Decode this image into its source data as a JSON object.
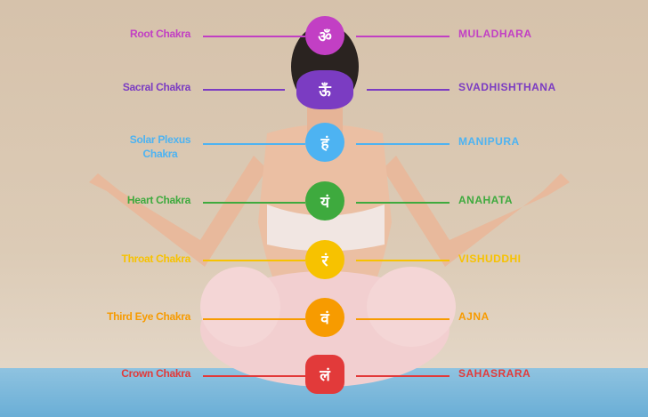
{
  "chakras": [
    {
      "name": "Root Chakra",
      "sanskrit": "MULADHARA",
      "symbol": "ॐ",
      "color": "#c23fc4"
    },
    {
      "name": "Sacral Chakra",
      "sanskrit": "SVADHISHTHANA",
      "symbol": "ऊँ",
      "color": "#7b3cc2"
    },
    {
      "name": "Solar Plexus Chakra",
      "sanskrit": "MANIPURA",
      "symbol": "हं",
      "color": "#4db3f2"
    },
    {
      "name": "Heart Chakra",
      "sanskrit": "ANAHATA",
      "symbol": "यं",
      "color": "#3eaa3e"
    },
    {
      "name": "Throat Chakra",
      "sanskrit": "VISHUDDHI",
      "symbol": "रं",
      "color": "#f7c200"
    },
    {
      "name": "Third Eye Chakra",
      "sanskrit": "AJNA",
      "symbol": "वं",
      "color": "#f79b00"
    },
    {
      "name": "Crown Chakra",
      "sanskrit": "SAHASRARA",
      "symbol": "लं",
      "color": "#e23a3a"
    }
  ]
}
